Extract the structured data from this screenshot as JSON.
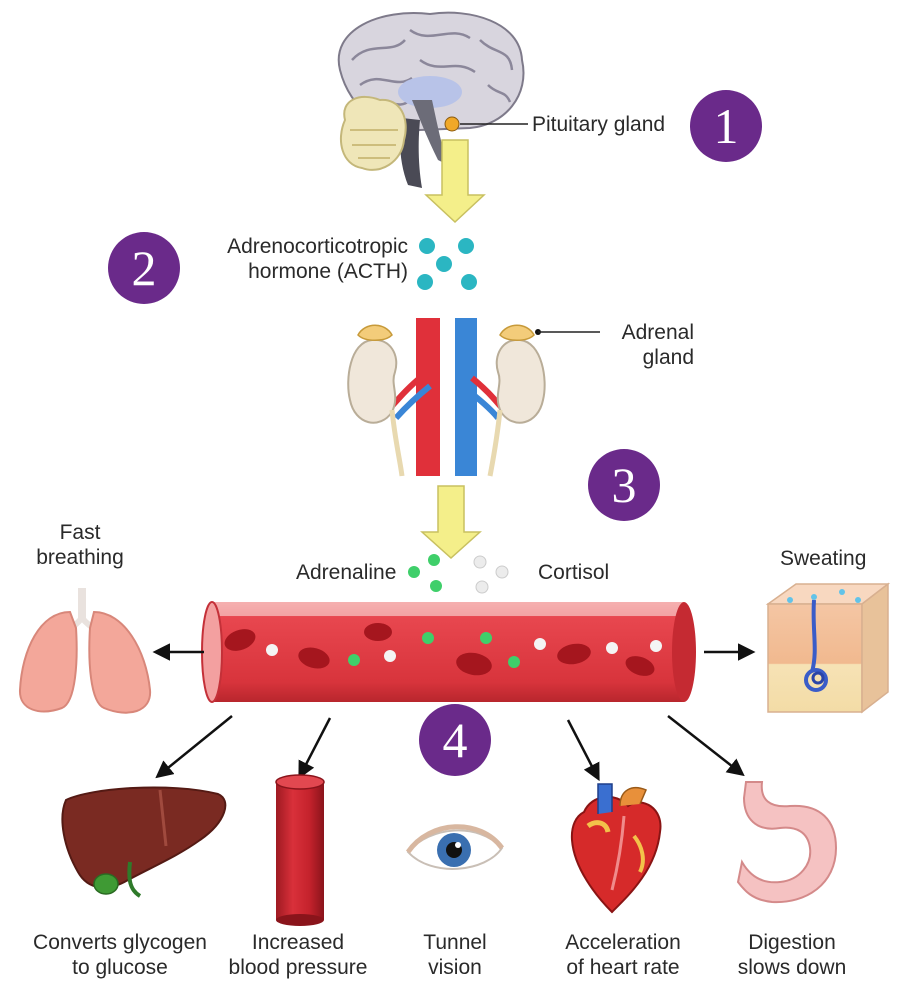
{
  "labels": {
    "pituitary": "Pituitary gland",
    "acth": [
      "Adrenocorticotropic",
      "hormone (ACTH)"
    ],
    "adrenal": [
      "Adrenal",
      "gland"
    ],
    "adrenaline": "Adrenaline",
    "cortisol": "Cortisol",
    "fast_breathing": [
      "Fast",
      "breathing"
    ],
    "sweating": "Sweating",
    "effects": [
      [
        "Converts glycogen",
        "to glucose"
      ],
      [
        "Increased",
        "blood pressure"
      ],
      [
        "Tunnel",
        "vision"
      ],
      [
        "Acceleration",
        "of heart rate"
      ],
      [
        "Digestion",
        "slows down"
      ]
    ]
  },
  "steps": [
    "1",
    "2",
    "3",
    "4"
  ],
  "colors": {
    "badge": "#6a2a8a",
    "arrow_yellow": "#f4ef8a",
    "artery": "#e0303a",
    "vein": "#3a86d6",
    "blood_vessel": "#e6414a",
    "acth_dot": "#2bb6c2",
    "adrenaline_dot": "#3fcf6a",
    "cortisol_dot": "#f2f2f2"
  },
  "icons": [
    "brain-icon",
    "adrenal-kidney-icon",
    "blood-vessel-icon",
    "lungs-icon",
    "skin-icon",
    "liver-icon",
    "artery-tube-icon",
    "eye-icon",
    "heart-icon",
    "stomach-icon"
  ]
}
